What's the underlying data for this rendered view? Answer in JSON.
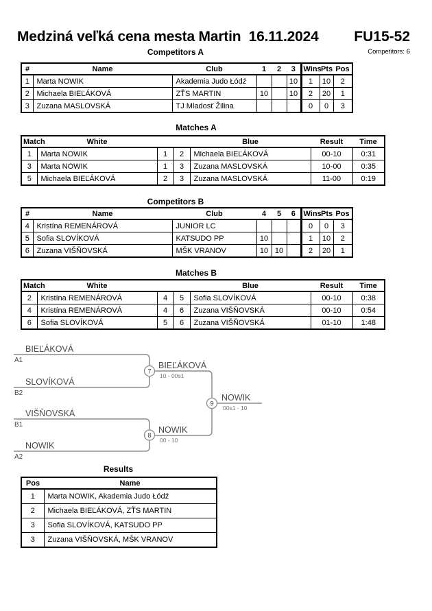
{
  "header": {
    "title": "Medziná veľká cena mesta Martin  16.11.2024",
    "category": "FU15-52",
    "competitors_count": "Competitors: 6"
  },
  "tables": {
    "competitors_a": {
      "title": "Competitors A",
      "col_headers": [
        "#",
        "Name",
        "Club",
        "1",
        "2",
        "3",
        "Wins",
        "Pts",
        "Pos"
      ],
      "rows": [
        [
          "1",
          "Marta NOWIK",
          "Akademia Judo Łódź",
          "",
          "",
          "10",
          "1",
          "10",
          "2"
        ],
        [
          "2",
          "Michaela BIEĽÁKOVÁ",
          "ZŤS MARTIN",
          "10",
          "",
          "10",
          "2",
          "20",
          "1"
        ],
        [
          "3",
          "Zuzana MASLOVSKÁ",
          "TJ Mladosť Žilina",
          "",
          "",
          "",
          "0",
          "0",
          "3"
        ]
      ]
    },
    "matches_a": {
      "title": "Matches A",
      "col_headers": [
        "Match",
        "White",
        "Blue",
        "Result",
        "Time"
      ],
      "rows": [
        [
          "1",
          "Marta NOWIK",
          "1",
          "2",
          "Michaela BIEĽÁKOVÁ",
          "00-10",
          "0:31"
        ],
        [
          "3",
          "Marta NOWIK",
          "1",
          "3",
          "Zuzana MASLOVSKÁ",
          "10-00",
          "0:35"
        ],
        [
          "5",
          "Michaela BIEĽÁKOVÁ",
          "2",
          "3",
          "Zuzana MASLOVSKÁ",
          "11-00",
          "0:19"
        ]
      ]
    },
    "competitors_b": {
      "title": "Competitors B",
      "col_headers": [
        "#",
        "Name",
        "Club",
        "4",
        "5",
        "6",
        "Wins",
        "Pts",
        "Pos"
      ],
      "rows": [
        [
          "4",
          "Kristína REMENÁROVÁ",
          "JUNIOR LC",
          "",
          "",
          "",
          "0",
          "0",
          "3"
        ],
        [
          "5",
          "Sofia SLOVÍKOVÁ",
          "KATSUDO PP",
          "10",
          "",
          "",
          "1",
          "10",
          "2"
        ],
        [
          "6",
          "Zuzana VIŠŇOVSKÁ",
          "MŠK VRANOV",
          "10",
          "10",
          "",
          "2",
          "20",
          "1"
        ]
      ]
    },
    "matches_b": {
      "title": "Matches B",
      "col_headers": [
        "Match",
        "White",
        "Blue",
        "Result",
        "Time"
      ],
      "rows": [
        [
          "2",
          "Kristína REMENÁROVÁ",
          "4",
          "5",
          "Sofia SLOVÍKOVÁ",
          "00-10",
          "0:38"
        ],
        [
          "4",
          "Kristína REMENÁROVÁ",
          "4",
          "6",
          "Zuzana VIŠŇOVSKÁ",
          "00-10",
          "0:54"
        ],
        [
          "6",
          "Sofia SLOVÍKOVÁ",
          "5",
          "6",
          "Zuzana VIŠŇOVSKÁ",
          "01-10",
          "1:48"
        ]
      ]
    },
    "results": {
      "title": "Results",
      "col_headers": [
        "Pos",
        "Name"
      ],
      "rows": [
        [
          "1",
          "Marta NOWIK, Akademia Judo Łódź"
        ],
        [
          "2",
          "Michaela BIEĽÁKOVÁ, ZŤS MARTIN"
        ],
        [
          "3",
          "Sofia SLOVÍKOVÁ, KATSUDO PP"
        ],
        [
          "3",
          "Zuzana VIŠŇOVSKÁ, MŠK VRANOV"
        ]
      ]
    }
  },
  "bracket": {
    "sf1": {
      "number": "7",
      "top": {
        "name": "BIEĽÁKOVÁ",
        "seed": "A1"
      },
      "bottom": {
        "name": "SLOVÍKOVÁ",
        "seed": "B2"
      },
      "winner": "BIEĽÁKOVÁ",
      "score": "10 - 00s1"
    },
    "sf2": {
      "number": "8",
      "top": {
        "name": "VIŠŇOVSKÁ",
        "seed": "B1"
      },
      "bottom": {
        "name": "NOWIK",
        "seed": "A2"
      },
      "winner": "NOWIK",
      "score": "00 - 10"
    },
    "final": {
      "number": "9",
      "winner": "NOWIK",
      "score": "00s1 - 10"
    }
  },
  "colors": {
    "table_border": "#000000",
    "bracket_line": "#8c8c8c",
    "bracket_text": "#4a4a4a",
    "bracket_score": "#757575"
  }
}
